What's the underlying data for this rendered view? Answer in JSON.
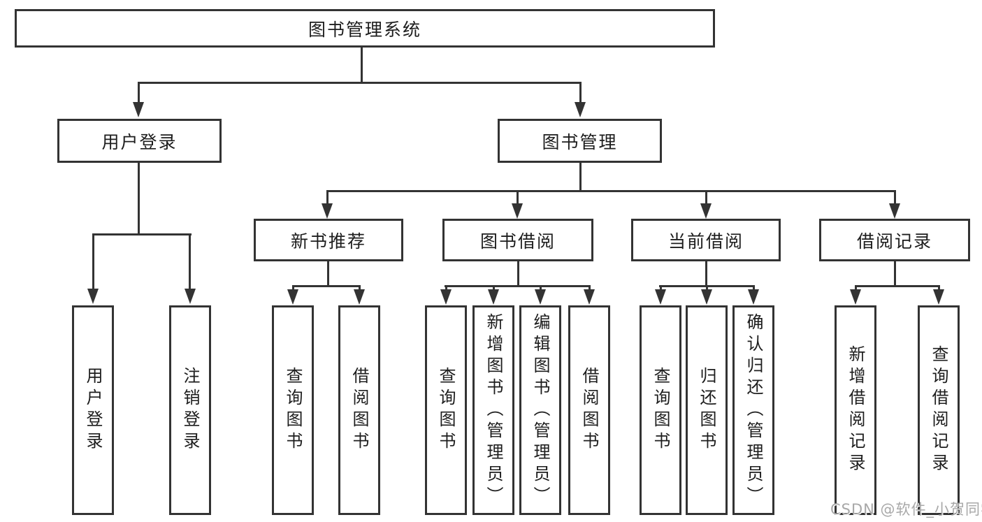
{
  "diagram": {
    "root": "图书管理系统",
    "level2": [
      "用户登录",
      "图书管理"
    ],
    "level3": [
      "新书推荐",
      "图书借阅",
      "当前借阅",
      "借阅记录"
    ],
    "leaves": {
      "user_login": [
        "用户登录",
        "注销登录"
      ],
      "new_book_recommendation": [
        "查询图书",
        "借阅图书"
      ],
      "book_borrowing": [
        "查询图书",
        "新增图书（管理员）",
        "编辑图书（管理员）",
        "借阅图书"
      ],
      "current_borrowing": [
        "查询图书",
        "归还图书",
        "确认归还（管理员）"
      ],
      "borrowing_records": [
        "新增借阅记录",
        "查询借阅记录"
      ]
    },
    "watermark": "CSDN @软件_小贺同学",
    "colors": {
      "line": "#333333",
      "text": "#1d1d1d",
      "background": "#ffffff",
      "watermark": "#a8a8a8"
    }
  }
}
